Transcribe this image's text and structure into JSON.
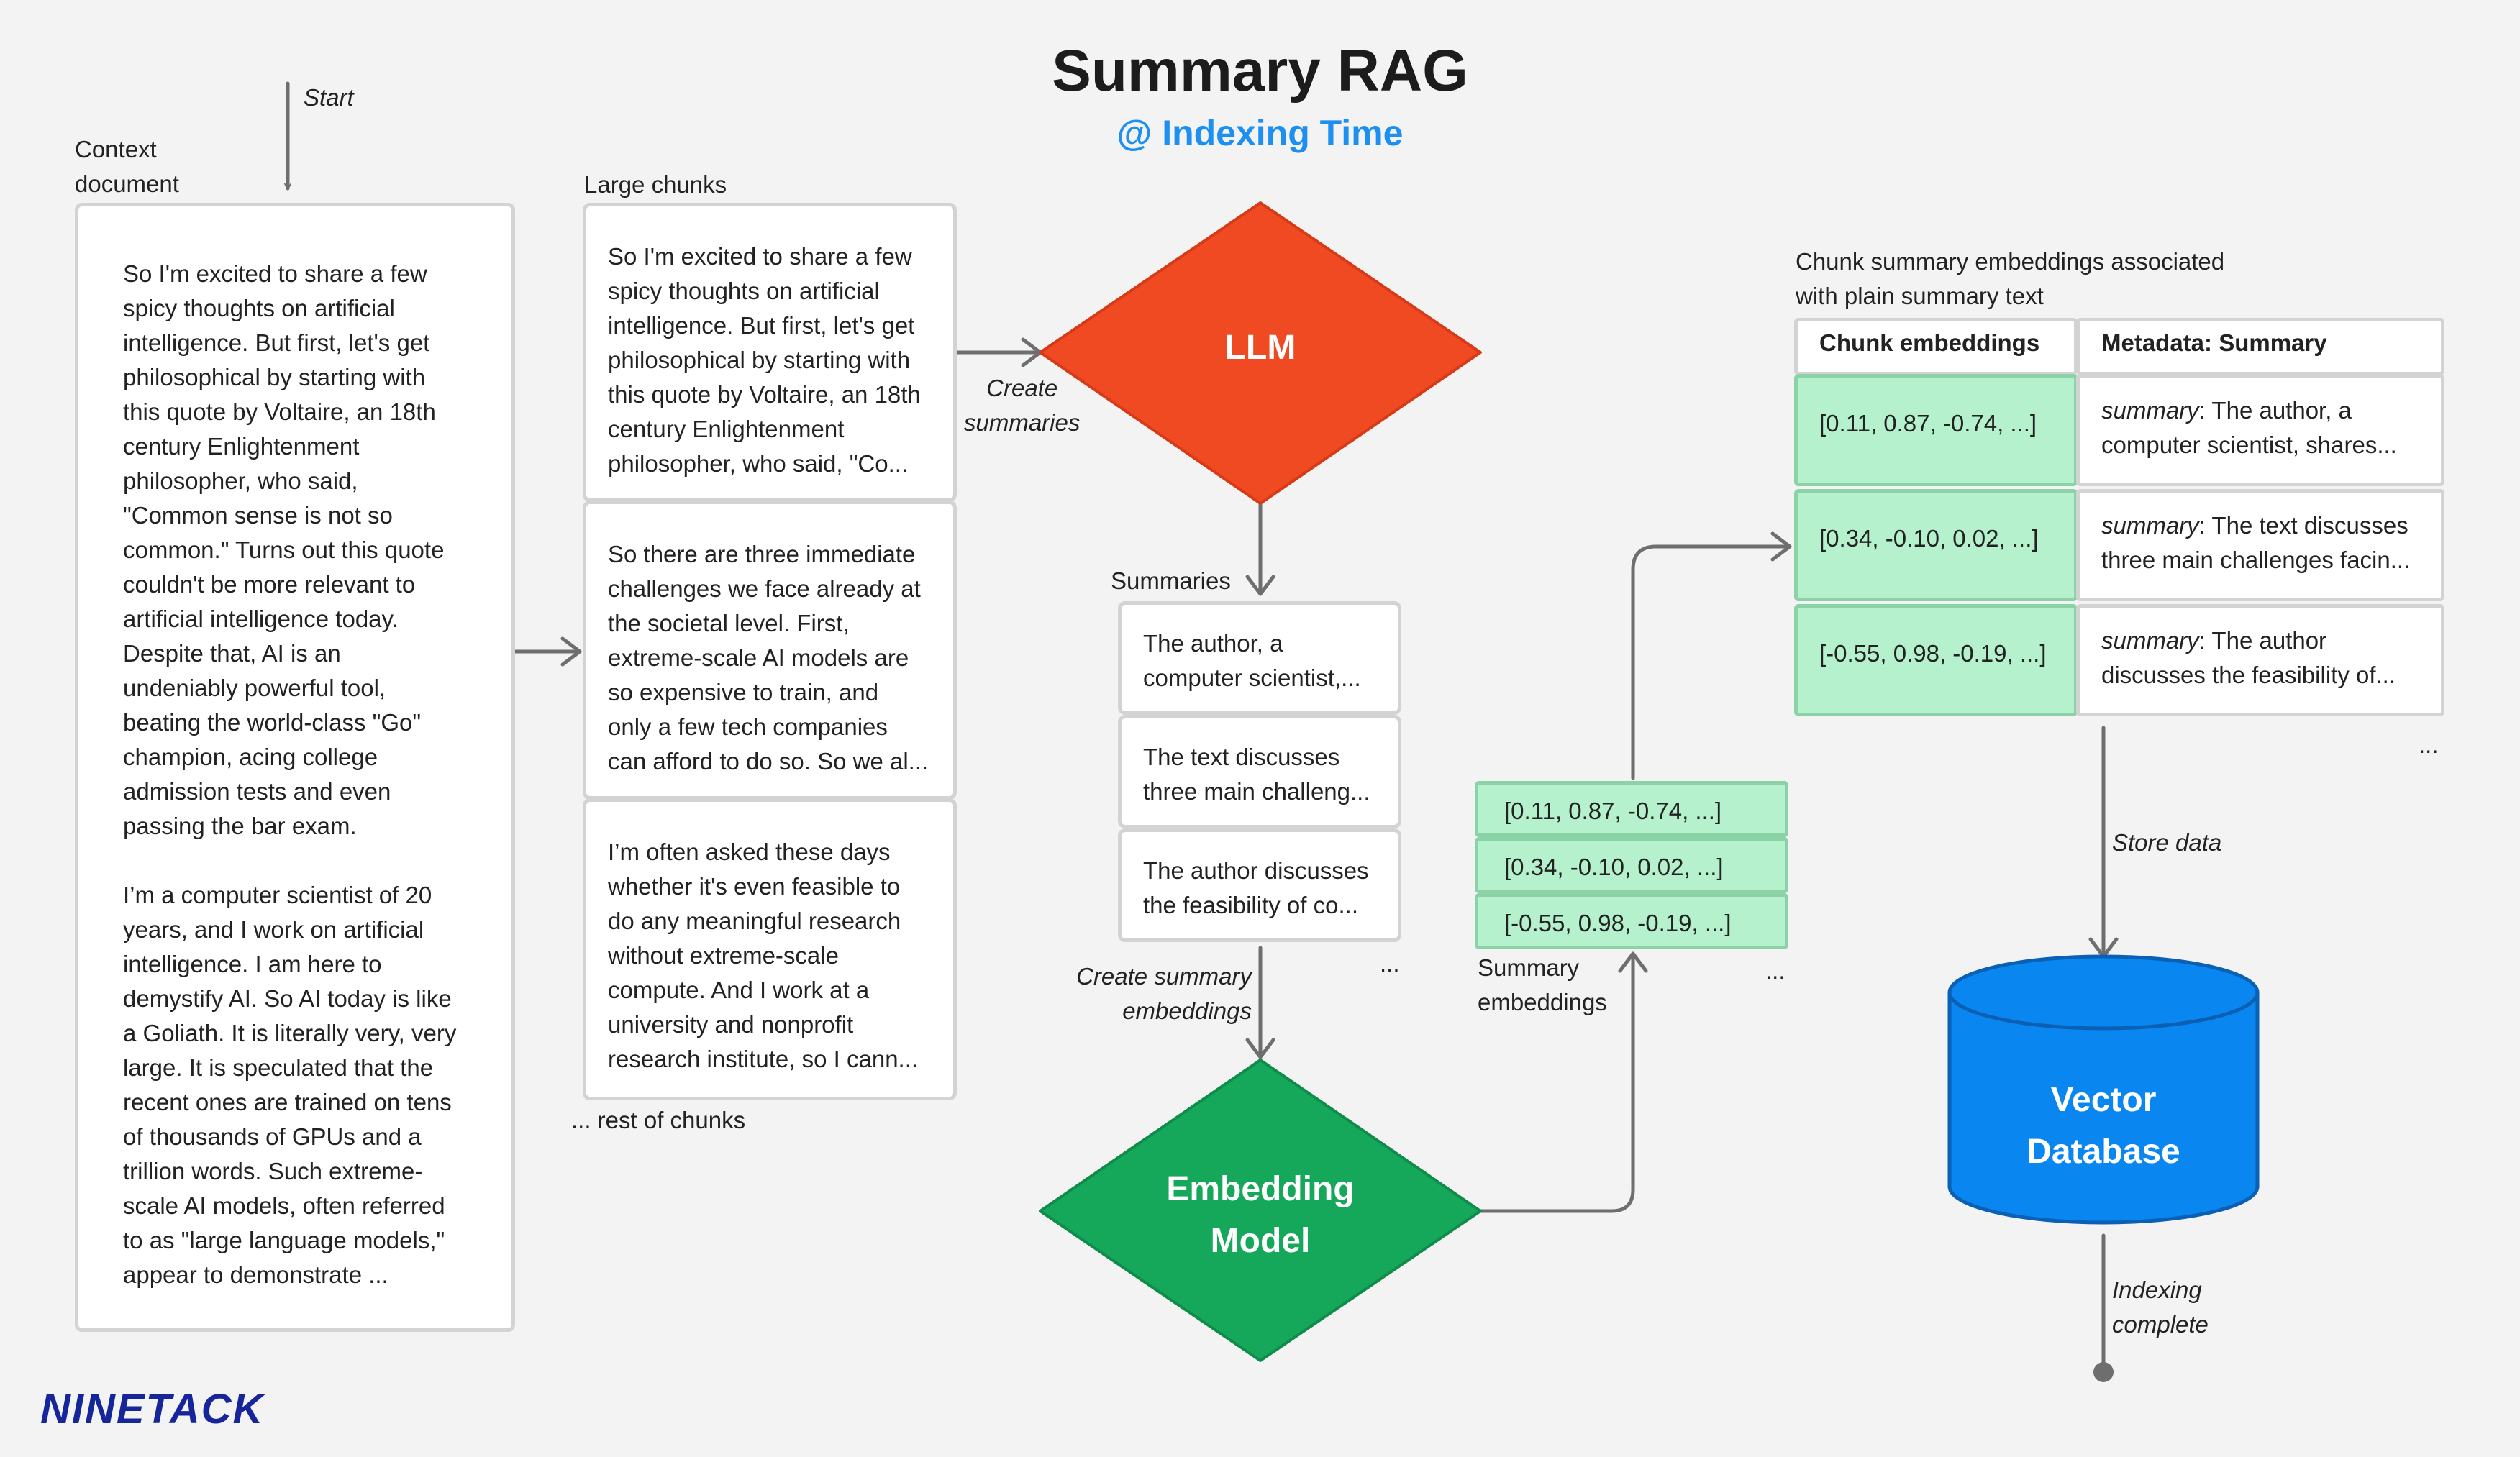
{
  "title": "Summary RAG",
  "subtitle": "@ Indexing Time",
  "start_label": "Start",
  "context_document": {
    "label": "Context\ndocument",
    "text": "So I'm excited to share a few\nspicy thoughts on artificial\nintelligence. But first, let's get\nphilosophical by starting with\nthis quote by Voltaire, an 18th\ncentury Enlightenment\nphilosopher, who said,\n\"Common sense is not so\ncommon.\" Turns out this quote\ncouldn't be more relevant to\nartificial intelligence today.\nDespite that, AI is an\nundeniably powerful tool,\nbeating the world-class \"Go\"\nchampion, acing college\nadmission tests and even\npassing the bar exam.\n\nI’m a computer scientist of 20\nyears, and I work on artificial\nintelligence. I am here to\ndemystify AI. So AI today is like\na Goliath. It is literally very, very\nlarge. It is speculated that the\nrecent ones are trained on tens\nof thousands of GPUs and a\ntrillion words. Such extreme-\nscale AI models, often referred\nto as \"large language models,\"\nappear to demonstrate ..."
  },
  "large_chunks": {
    "label": "Large chunks",
    "items": [
      "So I'm excited to share a few\nspicy thoughts on artificial\nintelligence. But first, let's get\nphilosophical by starting with\nthis quote by Voltaire, an 18th\ncentury Enlightenment\nphilosopher, who said, \"Co...",
      "So there are three immediate\nchallenges we face already at\nthe societal level. First,\nextreme-scale AI models are\nso expensive to train, and\nonly a few tech companies\ncan afford to do so. So we al...",
      "I’m often asked these days\nwhether it's even feasible to\ndo any meaningful research\nwithout extreme-scale\ncompute. And I work at a\nuniversity and nonprofit\nresearch institute, so I cann..."
    ],
    "rest_label": "... rest of chunks"
  },
  "llm": {
    "label": "LLM",
    "color": "#f04a23"
  },
  "create_summaries_label": "Create\nsummaries",
  "summaries": {
    "label": "Summaries",
    "items": [
      "The author, a\ncomputer scientist,...",
      "The text discusses\nthree main challeng...",
      "The author discusses\nthe feasibility of co..."
    ],
    "ellipsis": "..."
  },
  "create_embeddings_label": "Create summary\nembeddings",
  "embedding_model": {
    "label": "Embedding\nModel",
    "color": "#16a85a"
  },
  "summary_embeddings": {
    "label": "Summary\nembeddings",
    "items": [
      "[0.11, 0.87, -0.74, ...]",
      "[0.34, -0.10, 0.02, ...]",
      "[-0.55, 0.98, -0.19, ...]"
    ],
    "ellipsis": "..."
  },
  "table": {
    "caption": "Chunk summary embeddings associated\nwith plain summary text",
    "headers": [
      "Chunk embeddings",
      "Metadata: Summary"
    ],
    "rows": [
      {
        "embedding": "[0.11, 0.87, -0.74, ...]",
        "key": "summary",
        "value": ": The author, a\ncomputer scientist, shares..."
      },
      {
        "embedding": "[0.34, -0.10, 0.02, ...]",
        "key": "summary",
        "value": ": The text discusses\nthree main challenges facin..."
      },
      {
        "embedding": "[-0.55, 0.98, -0.19, ...]",
        "key": "summary",
        "value": ": The author\ndiscusses the feasibility of..."
      }
    ],
    "ellipsis": "..."
  },
  "store_data_label": "Store data",
  "vector_database": {
    "label": "Vector\nDatabase",
    "color": "#0a86f0"
  },
  "indexing_complete_label": "Indexing\ncomplete",
  "logo": "NINETACK",
  "colors": {
    "arrow": "#6e6e6e",
    "card_border": "#d3d3d3",
    "green_fill": "#b5f1cc",
    "green_border": "#8bd2a6",
    "accent_blue": "#1d8ff0"
  }
}
